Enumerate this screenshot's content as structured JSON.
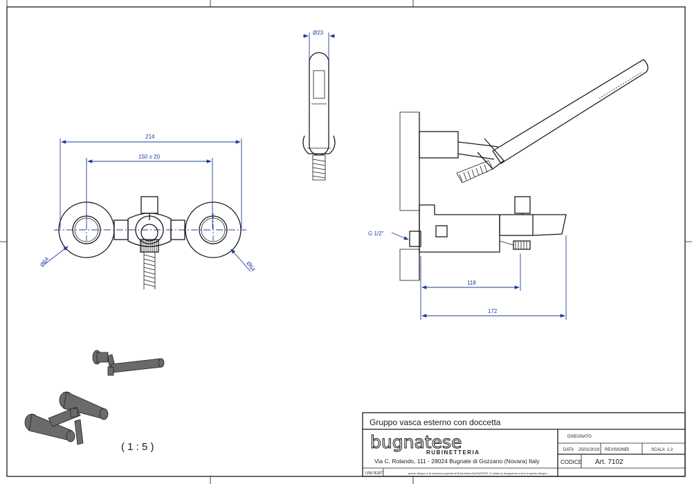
{
  "dimensions": {
    "width_total": "214",
    "width_centers": "150 ± 20",
    "dia_left": "Ø64",
    "dia_right": "Ø64",
    "dia_handshower": "Ø23",
    "thread": "G 1/2\"",
    "depth_body": "118",
    "depth_total": "172"
  },
  "scale_note": "( 1 : 5 )",
  "title_block": {
    "title": "Gruppo vasca esterno con doccetta",
    "brand": "bugnatese",
    "brand_sub": "RUBINETTERIA",
    "address": "Via C. Rolando, 111 - 28024 Bugnate di Gozzano (Novara) Italy",
    "uni_label": "UNI 8187",
    "disegnato_label": "DISEGNATO",
    "data_label": "DATA",
    "data_value": "25/01/2019",
    "revisione_label": "REVISIONE",
    "revisione_value": "0",
    "scala_label": "SCALA",
    "scala_value": "1:2",
    "codice_label": "CODICE",
    "codice_value": "Art. 7102",
    "legal_left": "questo disegno è di esclusiva proprietà di Rubinetteria BUGNATESE. È vietato la divulgazione a terzi di questo disegno"
  }
}
